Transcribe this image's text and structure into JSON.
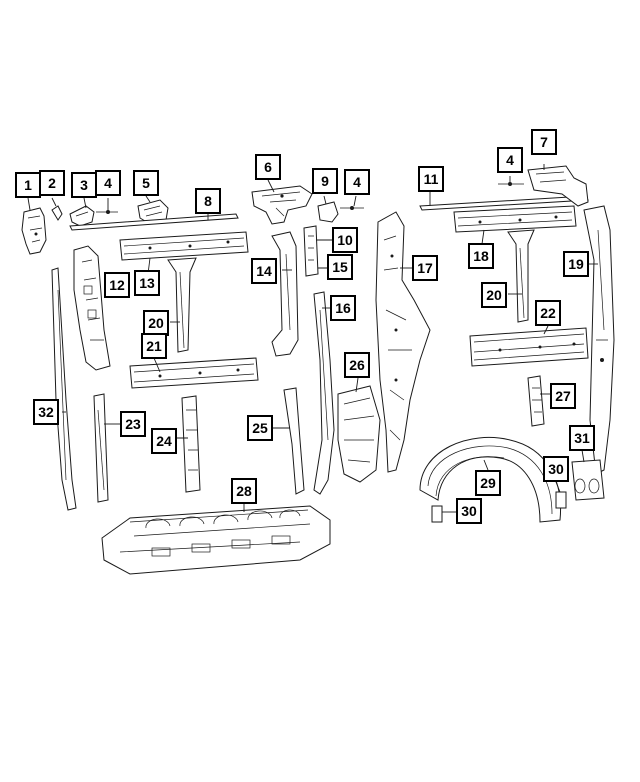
{
  "diagram": {
    "callouts": [
      "1",
      "2",
      "3",
      "4",
      "5",
      "6",
      "7",
      "4",
      "8",
      "9",
      "4",
      "10",
      "11",
      "12",
      "13",
      "14",
      "15",
      "16",
      "17",
      "18",
      "19",
      "20",
      "20",
      "21",
      "22",
      "23",
      "24",
      "25",
      "26",
      "27",
      "28",
      "29",
      "30",
      "30",
      "31",
      "32"
    ]
  }
}
